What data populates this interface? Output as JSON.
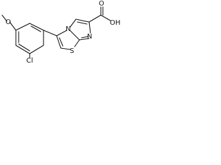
{
  "molecule": {
    "atoms": {
      "oxygen_methoxy": "O",
      "chlorine": "Cl",
      "nitrogen_ring": "N",
      "nitrogen_bridge": "N",
      "sulfur": "S",
      "oxygen_carbonyl": "O",
      "oxygen_hydroxyl": "OH"
    }
  }
}
